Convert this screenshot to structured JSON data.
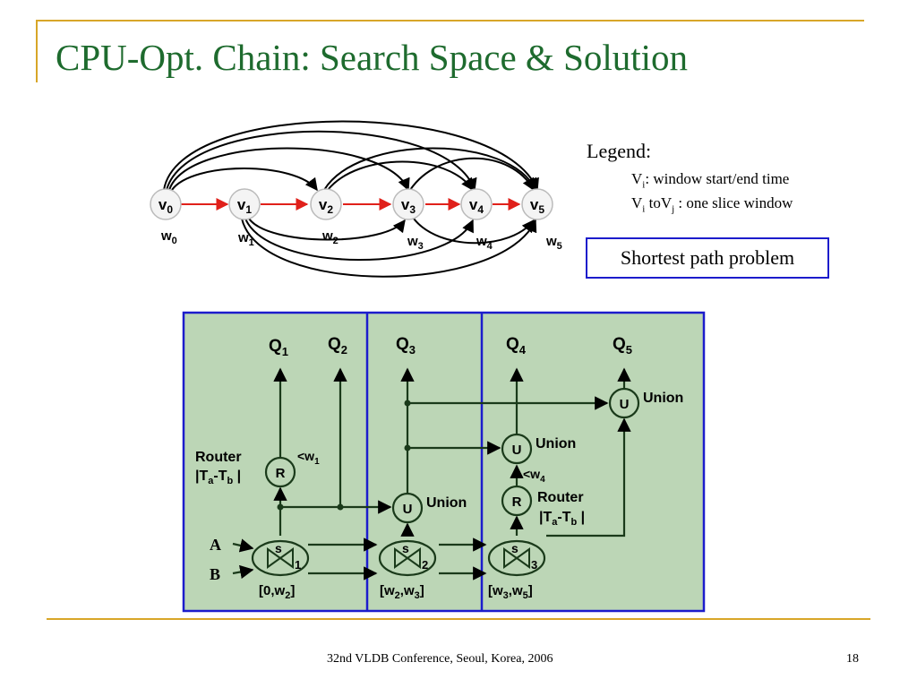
{
  "title": "CPU-Opt. Chain: Search Space & Solution",
  "legend": {
    "heading": "Legend:",
    "line1": {
      "main": "V",
      "sub": "i",
      "rest": ": window start/end time"
    },
    "line2": {
      "main": "V",
      "sub": "i",
      "mid": " toV",
      "sub2": "j",
      "rest": " : one slice window"
    }
  },
  "shortest_path_label": "Shortest path problem",
  "graph": {
    "vertices": [
      {
        "main": "v",
        "sub": "0"
      },
      {
        "main": "v",
        "sub": "1"
      },
      {
        "main": "v",
        "sub": "2"
      },
      {
        "main": "v",
        "sub": "3"
      },
      {
        "main": "v",
        "sub": "4"
      },
      {
        "main": "v",
        "sub": "5"
      }
    ],
    "weights": [
      {
        "main": "w",
        "sub": "0"
      },
      {
        "main": "w",
        "sub": "1"
      },
      {
        "main": "w",
        "sub": "2"
      },
      {
        "main": "w",
        "sub": "3"
      },
      {
        "main": "w",
        "sub": "4"
      },
      {
        "main": "w",
        "sub": "5"
      }
    ]
  },
  "plan": {
    "queries": [
      {
        "main": "Q",
        "sub": "1"
      },
      {
        "main": "Q",
        "sub": "2"
      },
      {
        "main": "Q",
        "sub": "3"
      },
      {
        "main": "Q",
        "sub": "4"
      },
      {
        "main": "Q",
        "sub": "5"
      }
    ],
    "inputs": [
      "A",
      "B"
    ],
    "node_U": "U",
    "node_R": "R",
    "node_s": "s",
    "union_label": "Union",
    "router_label": "Router",
    "router_formula": {
      "a": "|T",
      "sa": "a",
      "mid": "-T",
      "sb": "b",
      "end": " |"
    },
    "filter_w1": {
      "main": "<w",
      "sub": "1"
    },
    "filter_w4": {
      "main": "<w",
      "sub": "4"
    },
    "join_subs": [
      "1",
      "2",
      "3"
    ],
    "ranges": [
      {
        "open": "[0,w",
        "s1": "2",
        "close": "]"
      },
      {
        "open": "[w",
        "s1": "2",
        "mid": ",w",
        "s2": "3",
        "close": "]"
      },
      {
        "open": "[w",
        "s1": "3",
        "mid": ",w",
        "s2": "5",
        "close": "]"
      }
    ]
  },
  "footer": "32nd VLDB Conference, Seoul, Korea, 2006",
  "page_number": "18",
  "colors": {
    "title": "#1e6b2e",
    "accent_line": "#d8a628",
    "panel_fill": "#bcd6b6",
    "panel_border": "#1c1ccc",
    "chain_arrow": "#e0201a"
  }
}
